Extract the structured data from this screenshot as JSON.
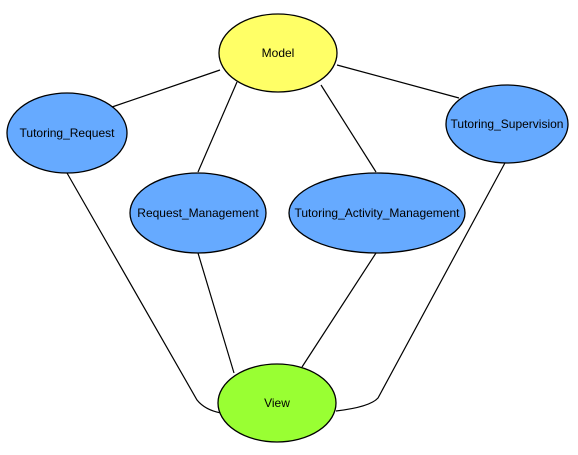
{
  "colors": {
    "model_fill": "#ffff66",
    "view_fill": "#99ff33",
    "module_fill": "#66aaff",
    "stroke": "#000000",
    "background": "#ffffff"
  },
  "nodes": {
    "model": {
      "label": "Model"
    },
    "view": {
      "label": "View"
    },
    "tutoring_request": {
      "label": "Tutoring_Request"
    },
    "request_management": {
      "label": "Request_Management"
    },
    "tutoring_activity_management": {
      "label": "Tutoring_Activity_Management"
    },
    "tutoring_supervision": {
      "label": "Tutoring_Supervision"
    }
  },
  "edges": [
    {
      "from": "model",
      "to": "tutoring_request"
    },
    {
      "from": "model",
      "to": "request_management"
    },
    {
      "from": "model",
      "to": "tutoring_activity_management"
    },
    {
      "from": "model",
      "to": "tutoring_supervision"
    },
    {
      "from": "tutoring_request",
      "to": "view"
    },
    {
      "from": "request_management",
      "to": "view"
    },
    {
      "from": "tutoring_activity_management",
      "to": "view"
    },
    {
      "from": "tutoring_supervision",
      "to": "view"
    }
  ]
}
